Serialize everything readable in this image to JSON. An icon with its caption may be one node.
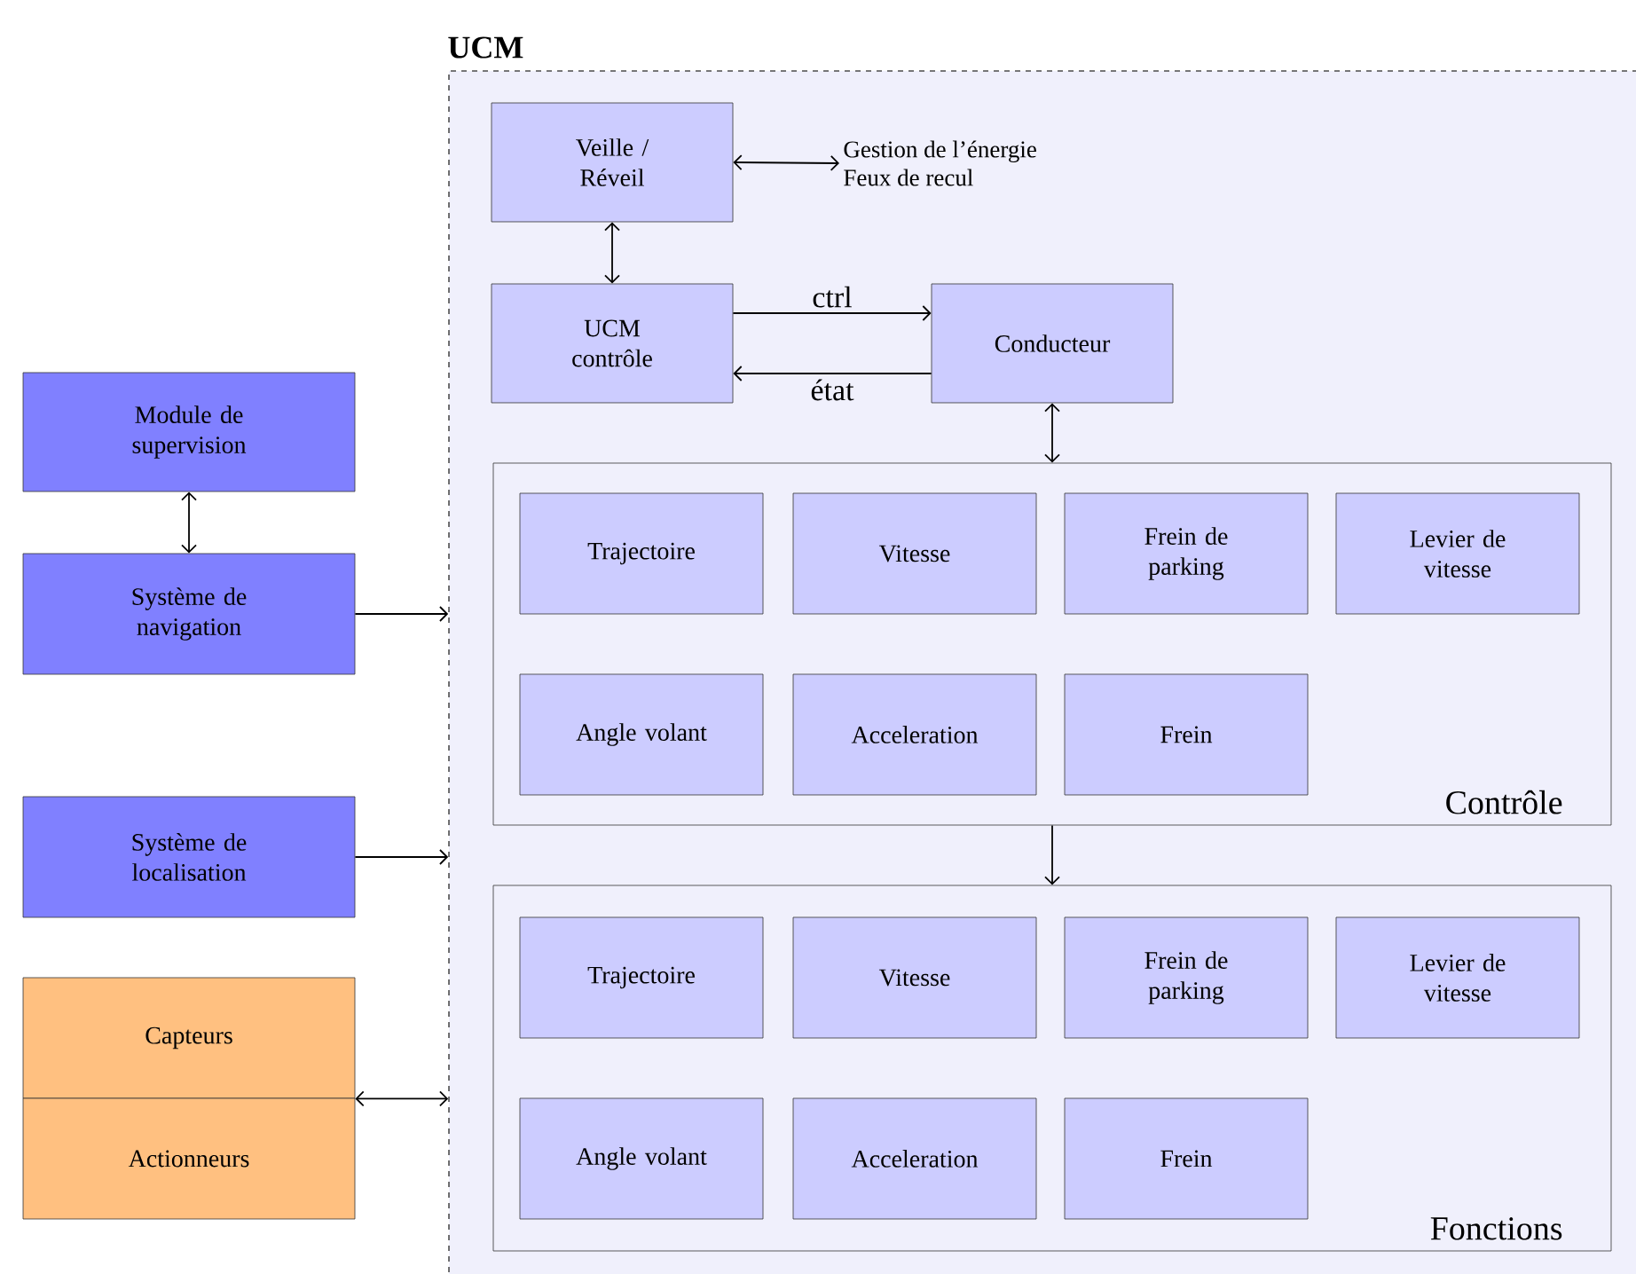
{
  "diagram": {
    "nodes": [
      {
        "text": [
          "UCM"
        ]
      },
      {
        "text": [
          "Veille / Réveil"
        ],
        "in": 0
      },
      {
        "text": [
          "Gestion de l’énergie",
          "Feux de recul"
        ],
        "in": 0
      },
      {
        "text": [
          "UCM contrôle"
        ],
        "in": 0
      },
      {
        "text": [
          "Conducteur"
        ],
        "in": 0
      },
      {
        "text": [
          "Contrôle"
        ],
        "in": 0
      },
      {
        "text": [
          "Trajectoire"
        ],
        "in": 5
      },
      {
        "text": [
          "Vitesse"
        ],
        "in": 5
      },
      {
        "text": [
          "Frein de parking"
        ],
        "in": 5
      },
      {
        "text": [
          "Levier de vitesse"
        ],
        "in": 5
      },
      {
        "text": [
          "Angle volant"
        ],
        "in": 5
      },
      {
        "text": [
          "Acceleration"
        ],
        "in": 5
      },
      {
        "text": [
          "Frein"
        ],
        "in": 5
      },
      {
        "text": [
          "Fonctions"
        ],
        "in": 0
      },
      {
        "text": [
          "Trajectoire"
        ],
        "in": 13
      },
      {
        "text": [
          "Vitesse"
        ],
        "in": 13
      },
      {
        "text": [
          "Frein de parking"
        ],
        "in": 13
      },
      {
        "text": [
          "Levier de vitesse"
        ],
        "in": 13
      },
      {
        "text": [
          "Angle volant"
        ],
        "in": 13
      },
      {
        "text": [
          "Acceleration"
        ],
        "in": 13
      },
      {
        "text": [
          "Frein"
        ],
        "in": 13
      },
      {
        "text": [
          "Module de supervision"
        ]
      },
      {
        "text": [
          "Système de navigation"
        ]
      },
      {
        "text": [
          "Système de localisation"
        ]
      },
      {
        "text": [
          "Capteurs"
        ]
      },
      {
        "text": [
          "Actionneurs"
        ]
      }
    ],
    "edges": [
      {
        "from": 1,
        "to": 2,
        "arrow": "both"
      },
      {
        "from": 1,
        "to": 3,
        "arrow": "both"
      },
      {
        "from": 3,
        "to": 4,
        "label": "ctrl",
        "arrow": "to"
      },
      {
        "from": 4,
        "to": 3,
        "label": "état",
        "arrow": "to"
      },
      {
        "from": 4,
        "to": 5,
        "arrow": "both"
      },
      {
        "from": 5,
        "to": 13,
        "arrow": "to"
      },
      {
        "from": 21,
        "to": 22,
        "arrow": "both"
      },
      {
        "from": 22,
        "to": 0,
        "arrow": "to"
      },
      {
        "from": 23,
        "to": 0,
        "arrow": "to"
      },
      {
        "from": 24,
        "to": 0,
        "arrow": "both"
      }
    ]
  }
}
